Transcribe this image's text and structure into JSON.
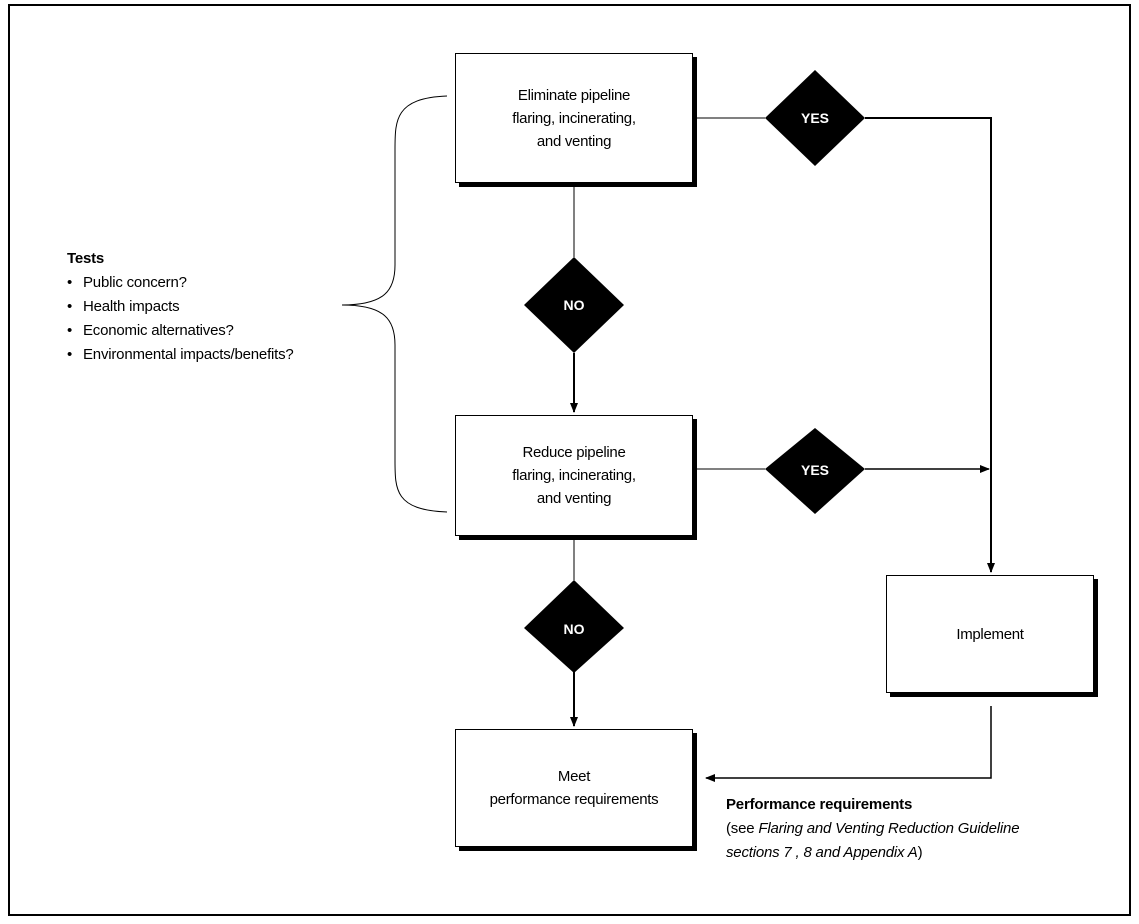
{
  "boxes": {
    "eliminate": [
      "Eliminate pipeline",
      "flaring, incinerating,",
      "and venting"
    ],
    "reduce": [
      "Reduce pipeline",
      "flaring, incinerating,",
      "and venting"
    ],
    "implement": [
      "Implement"
    ],
    "meet": [
      "Meet",
      "performance requirements"
    ]
  },
  "decisions": {
    "yes_top": "YES",
    "no_top": "NO",
    "yes_mid": "YES",
    "no_bottom": "NO"
  },
  "tests": {
    "title": "Tests",
    "items": [
      "Public concern?",
      "Health impacts",
      "Economic alternatives?",
      "Environmental impacts/benefits?"
    ]
  },
  "performance": {
    "title": "Performance requirements",
    "line1_prefix": "(see ",
    "line1_italic": "Flaring and  Venting Reduction Guideline",
    "line2_italic": "sections 7 , 8 and Appendix A",
    "line2_suffix": ")"
  }
}
